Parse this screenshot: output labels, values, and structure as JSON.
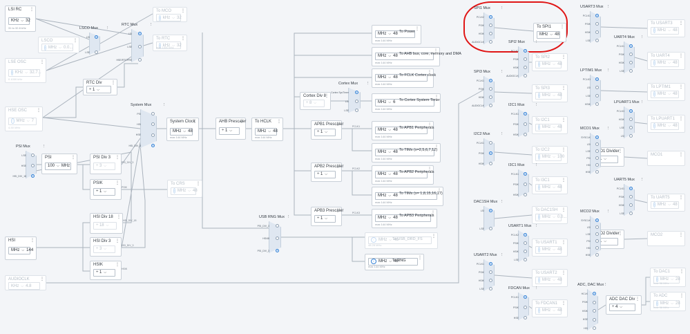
{
  "colors": {
    "accent": "#2f7fd6",
    "annotation": "#e01515",
    "wire": "#aab3bd",
    "canvas": "#f3f5f8"
  },
  "icons": {
    "info": "info-icon",
    "menu": "kebab-menu-icon",
    "dropdown": "chevron-down-icon"
  },
  "blocks": [
    {
      "id": "lsi-rc",
      "title": "LSI RC",
      "unit": "KHz",
      "value": "32",
      "sub": "31 to 32.8 kHz",
      "dim": false,
      "input": "unit-value"
    },
    {
      "id": "lsco",
      "title": "LSCO",
      "unit": "MHz",
      "value": "0.0...",
      "dim": true,
      "input": "info-unit-value"
    },
    {
      "id": "lse-osc",
      "title": "LSE OSC",
      "unit": "KHz",
      "value": "32.7...",
      "sub": "0 1000 kHz",
      "dim": true,
      "input": "info-unit-value"
    },
    {
      "id": "hse-osc",
      "title": "HSE OSC",
      "unit": "MHz",
      "value": "7",
      "sub": "4-50 MHz",
      "dim": true,
      "input": "info-unit-value"
    },
    {
      "id": "to-lsco-out",
      "title": "To MCO",
      "unit": "kHz",
      "value": "32",
      "dim": true,
      "input": "info-unit-value"
    },
    {
      "id": "to-rtc",
      "title": "To RTC",
      "unit": "kHz",
      "value": "32",
      "sub": "max 1000 kHz",
      "dim": true,
      "input": "info-unit-value"
    },
    {
      "id": "rtc-div",
      "title": "RTC Div",
      "value": "÷ 1",
      "dim": false,
      "input": "select"
    },
    {
      "id": "psi",
      "title": "PSI",
      "unit": "MHz",
      "value": "100",
      "dim": false,
      "input": "value-unit"
    },
    {
      "id": "psi-div3",
      "title": "PSI Div 3",
      "value": "÷ 3",
      "dim": false,
      "input": "select-dim"
    },
    {
      "id": "psik",
      "title": "PSIK",
      "value": "÷ 1",
      "dim": false,
      "input": "select"
    },
    {
      "id": "to-crs",
      "title": "To CRS",
      "unit": "MHz",
      "value": "48",
      "dim": true,
      "input": "info-unit-value"
    },
    {
      "id": "hsi",
      "title": "HSI",
      "unit": "MHz",
      "value": "144",
      "dim": false,
      "input": "unit-value"
    },
    {
      "id": "hsi-div18",
      "title": "HSI Div 18",
      "value": "÷ 18",
      "dim": false,
      "input": "select-dim"
    },
    {
      "id": "hsi-div3",
      "title": "HSI Div 3",
      "value": "÷ 3",
      "dim": false,
      "input": "select-dim"
    },
    {
      "id": "hsik",
      "title": "HSIK",
      "value": "÷ 1",
      "dim": false,
      "input": "select"
    },
    {
      "id": "audioclk",
      "title": "AUDIOCLK",
      "unit": "KHz",
      "value": "4.8",
      "dim": true,
      "input": "unit-value"
    },
    {
      "id": "system-clock",
      "title": "System Clock",
      "unit": "MHz",
      "value": "48",
      "sub": "max 144 MHz",
      "dim": false,
      "input": "unit-value"
    },
    {
      "id": "ahb-prescaler",
      "title": "AHB Prescaler",
      "value": "÷ 1",
      "dim": false,
      "input": "select"
    },
    {
      "id": "to-hclk",
      "title": "To HCLK",
      "unit": "MHz",
      "value": "48",
      "sub": "max 144 MHz",
      "dim": false,
      "input": "unit-value"
    },
    {
      "id": "cortex-div8",
      "title": "Cortex Div 8",
      "value": "÷ 8",
      "dim": false,
      "input": "select-dim"
    },
    {
      "id": "apb1-prescaler",
      "title": "APB1 Prescaler",
      "value": "÷ 1",
      "dim": false,
      "input": "select"
    },
    {
      "id": "apb2-prescaler",
      "title": "APB2 Prescaler",
      "value": "÷ 1",
      "dim": false,
      "input": "select"
    },
    {
      "id": "apb3-prescaler",
      "title": "APB3 Prescaler",
      "value": "÷ 1",
      "dim": false,
      "input": "select"
    },
    {
      "id": "to-power",
      "title": "",
      "unit": "MHz",
      "value": "48",
      "label": "To Power",
      "sub": "max 144 MHz",
      "dim": false,
      "input": "unit-value"
    },
    {
      "id": "to-ahb",
      "title": "",
      "unit": "MHz",
      "value": "48",
      "label": "To AHB bus, core, memory and DMA",
      "sub": "max 144 MHz",
      "dim": false,
      "input": "unit-value"
    },
    {
      "id": "to-fclk",
      "title": "",
      "unit": "MHz",
      "value": "48",
      "label": "To FCLK Cortex clock",
      "sub": "max 144 MHz",
      "dim": false,
      "input": "unit-value"
    },
    {
      "id": "to-systimer",
      "title": "",
      "unit": "MHz",
      "value": "6",
      "label": "To Cortex System Timer",
      "sub": "max 144 MHz",
      "dim": false,
      "input": "unit-value"
    },
    {
      "id": "to-apb1",
      "title": "",
      "unit": "MHz",
      "value": "48",
      "label": "To APB1 Peripherals",
      "sub": "max 144 MHz",
      "dim": false,
      "input": "unit-value"
    },
    {
      "id": "to-tim-a",
      "title": "",
      "unit": "MHz",
      "value": "48",
      "label": "To TIMx (x=2,5,6,7,12)",
      "sub": "max 144 MHz",
      "dim": false,
      "input": "unit-value"
    },
    {
      "id": "to-apb2",
      "title": "",
      "unit": "MHz",
      "value": "48",
      "label": "To APB2 Peripherals",
      "sub": "max 144 MHz",
      "dim": false,
      "input": "unit-value"
    },
    {
      "id": "to-tim-b",
      "title": "",
      "unit": "MHz",
      "value": "48",
      "label": "To TIMx (x= 1,8,15,16,17)",
      "sub": "max 144 MHz",
      "dim": false,
      "input": "unit-value"
    },
    {
      "id": "to-apb3",
      "title": "",
      "unit": "MHz",
      "value": "48",
      "label": "To APB3 Peripherals",
      "sub": "max 144 MHz",
      "dim": false,
      "input": "unit-value"
    },
    {
      "id": "to-usb",
      "title": "",
      "unit": "MHz",
      "value": "48",
      "label": "To USB_DRD_FS",
      "sub": "48.28 MHz",
      "dim": true,
      "input": "info-unit-value"
    },
    {
      "id": "to-rng",
      "title": "",
      "unit": "MHz",
      "value": "48",
      "label": "To RNG",
      "sub": "max 144 MHz",
      "dim": false,
      "input": "info-unit-value"
    },
    {
      "id": "to-spi1",
      "title": "To SPI1",
      "unit": "MHz",
      "value": "48",
      "dim": false,
      "input": "unit-value"
    },
    {
      "id": "to-spi2",
      "title": "To SPI2",
      "unit": "MHz",
      "value": "48",
      "dim": true,
      "input": "info-unit-value"
    },
    {
      "id": "to-spi3",
      "title": "To SPI3",
      "unit": "MHz",
      "value": "48",
      "dim": true,
      "input": "info-unit-value"
    },
    {
      "id": "to-i2c1",
      "title": "To I2C1",
      "unit": "MHz",
      "value": "48",
      "dim": true,
      "input": "info-unit-value"
    },
    {
      "id": "to-i2c2",
      "title": "To I2C2",
      "unit": "MHz",
      "value": "100",
      "dim": true,
      "input": "info-unit-value"
    },
    {
      "id": "to-i3c1",
      "title": "To I3C1",
      "unit": "MHz",
      "value": "48",
      "dim": true,
      "input": "info-unit-value"
    },
    {
      "id": "to-dac1sh",
      "title": "To DAC1SH",
      "unit": "MHz",
      "value": "0.0...",
      "dim": true,
      "input": "info-unit-value"
    },
    {
      "id": "to-usart1",
      "title": "To USART1",
      "unit": "MHz",
      "value": "48",
      "dim": true,
      "input": "info-unit-value"
    },
    {
      "id": "to-usart2",
      "title": "To USART2",
      "unit": "MHz",
      "value": "48",
      "dim": true,
      "input": "info-unit-value"
    },
    {
      "id": "to-fdcan1",
      "title": "To FDCAN1",
      "unit": "MHz",
      "value": "48",
      "dim": true,
      "input": "info-unit-value"
    },
    {
      "id": "to-usart3",
      "title": "To USART3",
      "unit": "MHz",
      "value": "48",
      "dim": true,
      "input": "info-unit-value"
    },
    {
      "id": "to-uart4",
      "title": "To UART4",
      "unit": "MHz",
      "value": "48",
      "dim": true,
      "input": "info-unit-value"
    },
    {
      "id": "to-lptim1",
      "title": "To LPTIM1",
      "unit": "MHz",
      "value": "48",
      "dim": true,
      "input": "info-unit-value"
    },
    {
      "id": "to-lpuart1",
      "title": "To LPUART1",
      "unit": "MHz",
      "value": "48",
      "dim": true,
      "input": "info-unit-value"
    },
    {
      "id": "mco1-divider",
      "title": "MCO1 Divider",
      "value": "÷ 1",
      "dim": false,
      "input": "select"
    },
    {
      "id": "mco1-out",
      "title": "MCO1",
      "dim": true,
      "input": "none"
    },
    {
      "id": "to-uart5",
      "title": "To UART5",
      "unit": "MHz",
      "value": "48",
      "dim": true,
      "input": "info-unit-value"
    },
    {
      "id": "mco2-divider",
      "title": "MCO2 Divider",
      "value": "÷ 1",
      "dim": false,
      "input": "select"
    },
    {
      "id": "mco2-out",
      "title": "MCO2",
      "dim": true,
      "input": "none"
    },
    {
      "id": "adc-dac-div",
      "title": "ADC DAC Div",
      "value": "÷ 4",
      "dim": false,
      "input": "select"
    },
    {
      "id": "to-dac1",
      "title": "To DAC1",
      "unit": "MHz",
      "value": "28",
      "sub": "max 36 MHz",
      "dim": true,
      "input": "info-unit-value"
    },
    {
      "id": "to-adc",
      "title": "To ADC",
      "unit": "MHz",
      "value": "28",
      "sub": "max 36 MHz",
      "dim": true,
      "input": "info-unit-value"
    }
  ],
  "muxes": [
    {
      "id": "lsco-mux",
      "title": "LSCO Mux",
      "inputs": [
        "LSI",
        "LSE"
      ],
      "selected": 0
    },
    {
      "id": "rtc-mux",
      "title": "RTC Mux",
      "inputs": [
        "LSI",
        "LSE",
        "HSE/RTCPRE"
      ],
      "selected": 0
    },
    {
      "id": "system-mux",
      "title": "System Mux",
      "inputs": [
        "PSI",
        "HSI",
        "HSE",
        "HSI_DIV_3"
      ],
      "selected": 3
    },
    {
      "id": "psi-mux",
      "title": "PSI Mux",
      "inputs": [
        "LSE",
        "HSE",
        "HSI_DIV_18"
      ],
      "selected": 2
    },
    {
      "id": "cortex-mux",
      "title": "Cortex Mux",
      "inputs": [
        "Cortex SysTimer",
        "LSI",
        "LSE"
      ],
      "selected": 0
    },
    {
      "id": "usb-rng-mux",
      "title": "USB RNG Mux",
      "inputs": [
        "PSI_DIV_3",
        "HSI48",
        "PSI_DIV_3"
      ],
      "selected": 2
    },
    {
      "id": "spi1-mux",
      "title": "SPI1 Mux",
      "inputs": [
        "PCLK2",
        "PSIK",
        "HSIK",
        "AUDIOCLK"
      ],
      "selected": 0
    },
    {
      "id": "spi2-mux",
      "title": "SPI2 Mux",
      "inputs": [
        "PCLK1",
        "PSIK",
        "HSIK",
        "AUDIOCLK"
      ],
      "selected": 0
    },
    {
      "id": "spi3-mux",
      "title": "SPI3 Mux",
      "inputs": [
        "PCLK1",
        "PSIK",
        "HSIK",
        "AUDIOCLK"
      ],
      "selected": 0
    },
    {
      "id": "i2c1-mux",
      "title": "I2C1 Mux",
      "inputs": [
        "PCLK1",
        "PSIK",
        "HSIK"
      ],
      "selected": 0
    },
    {
      "id": "i2c2-mux",
      "title": "I2C2 Mux",
      "inputs": [
        "PCLK1",
        "PSIK",
        "HSIK"
      ],
      "selected": 1
    },
    {
      "id": "i3c1-mux",
      "title": "I3C1 Mux",
      "inputs": [
        "PCLK1",
        "PSIK",
        "HSIK"
      ],
      "selected": 0
    },
    {
      "id": "dac1sh-mux",
      "title": "DAC1SH Mux",
      "inputs": [
        "LSI",
        "LSE"
      ],
      "selected": 0
    },
    {
      "id": "usart1-mux",
      "title": "USART1 Mux",
      "inputs": [
        "PCLK2",
        "PSIK",
        "HSIK",
        "LSE"
      ],
      "selected": 0
    },
    {
      "id": "usart2-mux",
      "title": "USART2 Mux",
      "inputs": [
        "PCLK1",
        "PSIK",
        "HSIK",
        "LSE"
      ],
      "selected": 0
    },
    {
      "id": "fdcan-mux",
      "title": "FDCAN Mux",
      "inputs": [
        "PCLK1",
        "PSIK",
        "HSE"
      ],
      "selected": 0
    },
    {
      "id": "usart3-mux",
      "title": "USART3 Mux",
      "inputs": [
        "PCLK1",
        "PSIK",
        "HSIK",
        "LSE"
      ],
      "selected": 0
    },
    {
      "id": "uart4-mux",
      "title": "UART4 Mux",
      "inputs": [
        "PCLK1",
        "PSIK",
        "HSIK",
        "LSE"
      ],
      "selected": 0
    },
    {
      "id": "lptim1-mux",
      "title": "LPTIM1 Mux",
      "inputs": [
        "PCLK3",
        "LSI",
        "LSE",
        "HSIK"
      ],
      "selected": 0
    },
    {
      "id": "lpuart1-mux",
      "title": "LPUART1 Mux",
      "inputs": [
        "PCLK3",
        "HSIK",
        "LSE",
        "LSI"
      ],
      "selected": 0
    },
    {
      "id": "mco1-mux",
      "title": "MCO1 Mux",
      "inputs": [
        "SYSCLK",
        "LSI",
        "LSE",
        "PSI",
        "HSI",
        "HSE"
      ],
      "selected": 0
    },
    {
      "id": "uart5-mux",
      "title": "UART5 Mux",
      "inputs": [
        "PCLK1",
        "PSIK",
        "HSIK",
        "LSE"
      ],
      "selected": 0
    },
    {
      "id": "mco2-mux",
      "title": "MCO2 Mux",
      "inputs": [
        "SYSCLK",
        "LSI",
        "LSE",
        "PSI",
        "HSI",
        "HSE"
      ],
      "selected": 0
    },
    {
      "id": "adc-dac-mux",
      "title": "ADC, DAC Mux",
      "inputs": [
        "HCLK",
        "PSIK",
        "HSIK",
        "HSE",
        "HSI"
      ],
      "selected": 0
    }
  ],
  "wire_labels": {
    "pclk1": "PCLK1",
    "pclk2": "PCLK2",
    "pclk3": "PCLK3",
    "psi_div_3": "PSI_DIV_3",
    "hsi_div_18": "HSI_DIV_18",
    "hsi_div_3": "HSI_DIV_3",
    "psik": "PSIK",
    "hsik": "HSIK"
  }
}
